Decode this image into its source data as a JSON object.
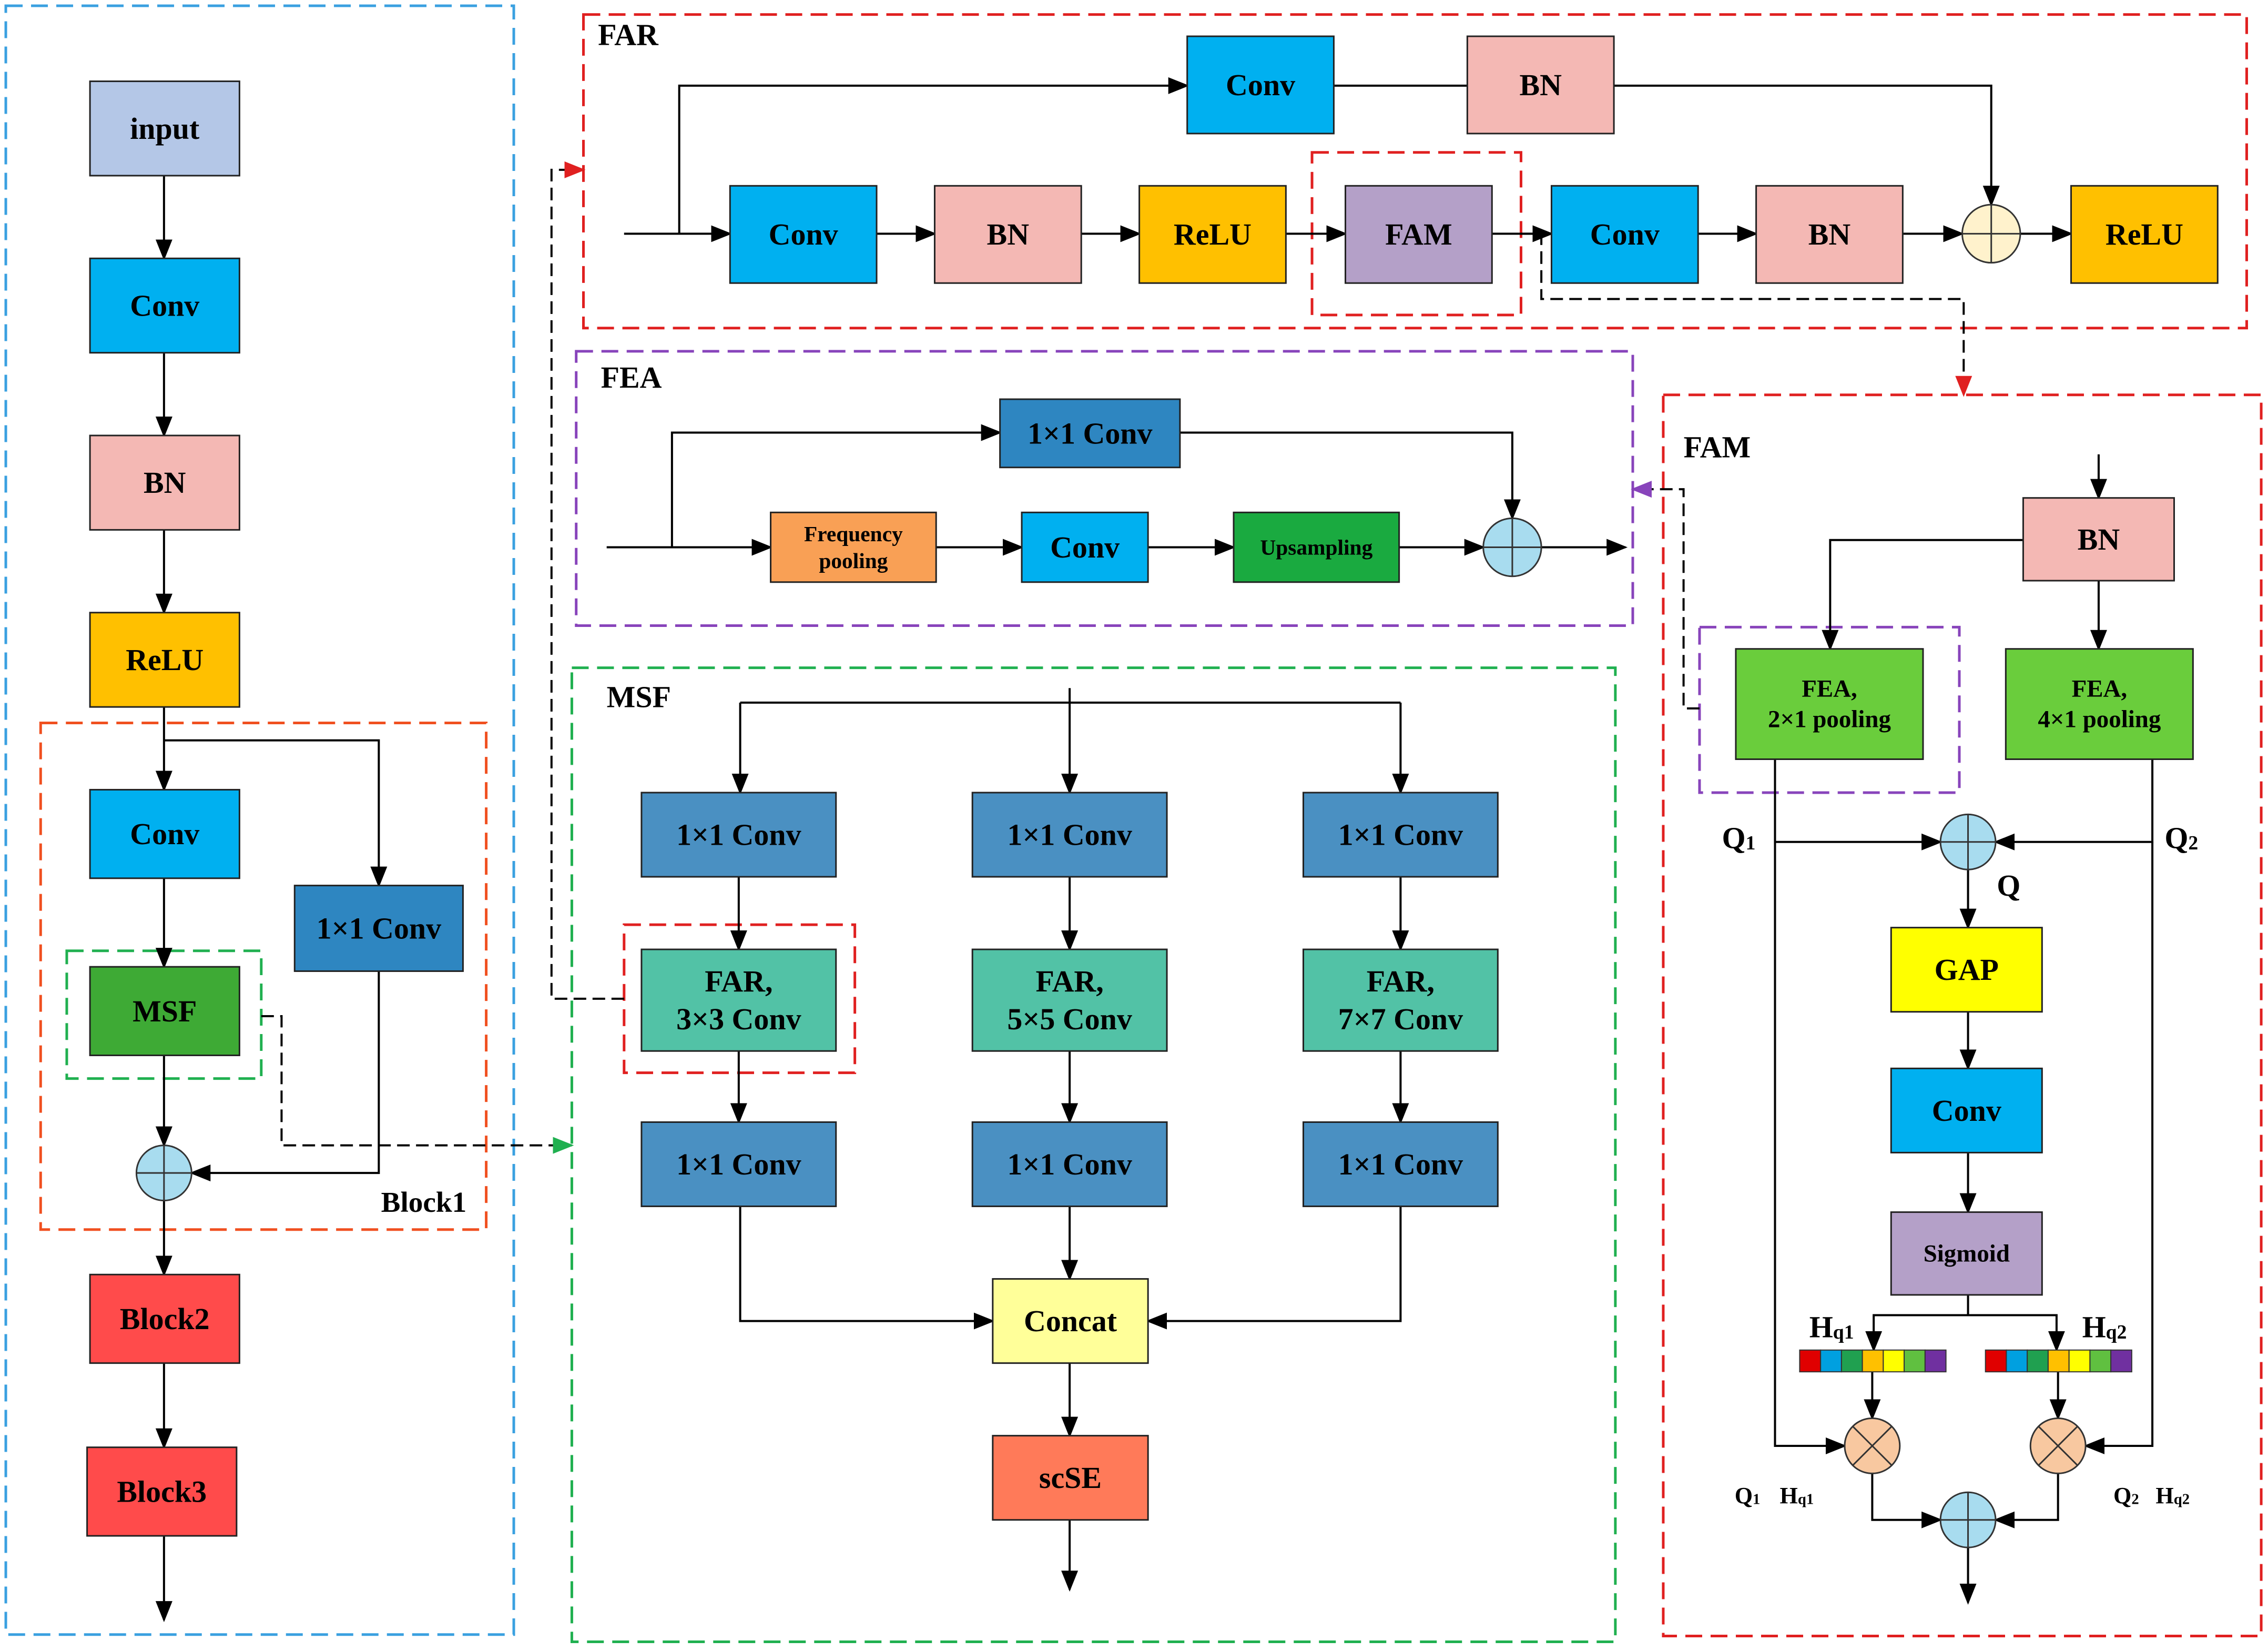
{
  "colors": {
    "input": "#B4C7E7",
    "conv": "#00B0F0",
    "bn": "#F4B8B4",
    "relu": "#FFC000",
    "fam": "#B4A0C8",
    "msf_block": "#3EAA35",
    "conv1x1": "#2E86C1",
    "conv1x1_msf": "#4A90C2",
    "far_block": "#52C2A6",
    "concat": "#FFFF99",
    "scse": "#FF7A59",
    "block_red": "#FF4B4B",
    "freq_pool": "#F9A055",
    "upsampling": "#1AAA40",
    "fea_block": "#6ACD3C",
    "gap": "#FFFF00",
    "sigmoid": "#B4A0C8",
    "sum_node": "#A8DCEF",
    "sum_node_far": "#FFF2CC",
    "mul_node": "#F8C8A0",
    "frame_backbone": "#3AA0E0",
    "frame_far": "#E02020",
    "frame_fea": "#8844BB",
    "frame_msf": "#20B050",
    "frame_block1": "#F05020",
    "frame_fam": "#E02020",
    "weight_strip": [
      "#E00000",
      "#00A0E0",
      "#20A050",
      "#FFC000",
      "#FFFF00",
      "#60C040",
      "#7030A0"
    ]
  },
  "backbone": {
    "input": "input",
    "conv": "Conv",
    "bn": "BN",
    "relu": "ReLU",
    "block1_conv": "Conv",
    "block1_conv1x1": "1×1 Conv",
    "block1_msf": "MSF",
    "block1_label": "Block1",
    "block2": "Block2",
    "block3": "Block3"
  },
  "far": {
    "title": "FAR",
    "top_conv": "Conv",
    "top_bn": "BN",
    "conv": "Conv",
    "bn": "BN",
    "relu": "ReLU",
    "fam": "FAM",
    "conv2": "Conv",
    "bn2": "BN",
    "relu2": "ReLU"
  },
  "fea": {
    "title": "FEA",
    "conv1x1": "1×1 Conv",
    "freq_pool_line1": "Frequency",
    "freq_pool_line2": "pooling",
    "conv": "Conv",
    "upsampling": "Upsampling"
  },
  "msf": {
    "title": "MSF",
    "branches": [
      {
        "conv_a": "1×1 Conv",
        "far_line1": "FAR,",
        "far_line2": "3×3 Conv",
        "conv_b": "1×1 Conv"
      },
      {
        "conv_a": "1×1 Conv",
        "far_line1": "FAR,",
        "far_line2": "5×5 Conv",
        "conv_b": "1×1 Conv"
      },
      {
        "conv_a": "1×1 Conv",
        "far_line1": "FAR,",
        "far_line2": "7×7 Conv",
        "conv_b": "1×1 Conv"
      }
    ],
    "concat": "Concat",
    "scse": "scSE"
  },
  "fam": {
    "title": "FAM",
    "bn": "BN",
    "fea1_line1": "FEA,",
    "fea1_line2": "2×1 pooling",
    "fea2_line1": "FEA,",
    "fea2_line2": "4×1 pooling",
    "q1": "Q",
    "q1_sub": "1",
    "q2": "Q",
    "q2_sub": "2",
    "q": "Q",
    "gap": "GAP",
    "conv": "Conv",
    "sigmoid": "Sigmoid",
    "hq1": "H",
    "hq1_sub": "q1",
    "hq2": "H",
    "hq2_sub": "q2",
    "prod1_q": "Q",
    "prod1_q_sub": "1",
    "prod1_h": "H",
    "prod1_h_sub": "q1",
    "prod2_q": "Q",
    "prod2_q_sub": "2",
    "prod2_h": "H",
    "prod2_h_sub": "q2"
  }
}
